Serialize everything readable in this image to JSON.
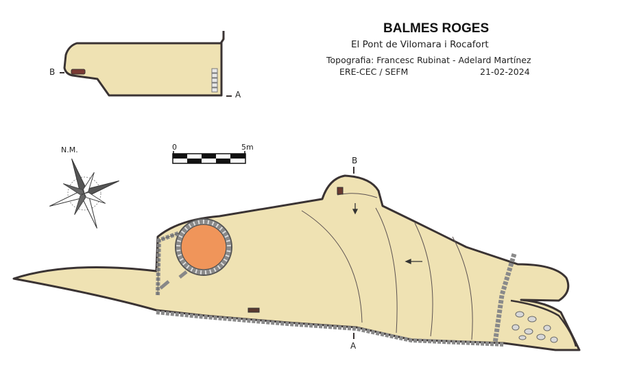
{
  "title": "BALMES ROGES",
  "subtitle": "El Pont de Vilomara i Rocafort",
  "credits": "Topografia: Francesc Rubinat - Adelard Martínez",
  "team": "ERE-CEC / SEFM",
  "date": "21-02-2024",
  "north_label": "N.M.",
  "scale": {
    "start": "0",
    "end": "5m"
  },
  "section_markers": {
    "a": "A",
    "b": "B"
  },
  "colors": {
    "cave_fill": "#efe2b3",
    "outline": "#3a3333",
    "well_fill": "#f0955a",
    "wall_stones": "#9a9a9a",
    "block": "#7a3a33"
  }
}
